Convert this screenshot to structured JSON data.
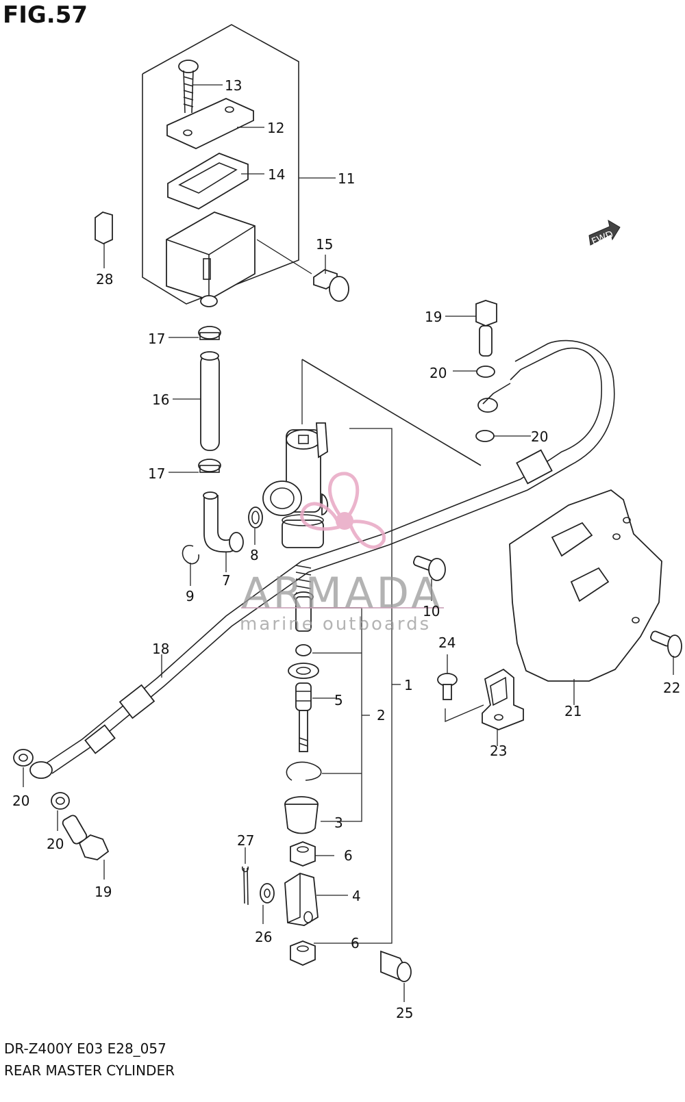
{
  "figure": {
    "title": "FIG.57",
    "model_code": "DR-Z400Y E03 E28_057",
    "caption": "REAR MASTER CYLINDER"
  },
  "watermark": {
    "brand": "ARMADA",
    "tagline": "marine outboards",
    "logo_color": "#e8a7c4"
  },
  "fwd_label": "FWD",
  "callouts": {
    "p13": "13",
    "p12": "12",
    "p14": "14",
    "p11": "11",
    "p28": "28",
    "p15": "15",
    "p19a": "19",
    "p20a": "20",
    "p20b": "20",
    "p17a": "17",
    "p16": "16",
    "p17b": "17",
    "p8": "8",
    "p7": "7",
    "p9": "9",
    "p10": "10",
    "p18": "18",
    "p24": "24",
    "p22": "22",
    "p21": "21",
    "p1": "1",
    "p5": "5",
    "p2": "2",
    "p23": "23",
    "p20c": "20",
    "p20d": "20",
    "p19b": "19",
    "p3": "3",
    "p27": "27",
    "p6a": "6",
    "p4": "4",
    "p26": "26",
    "p6b": "6",
    "p25": "25"
  }
}
